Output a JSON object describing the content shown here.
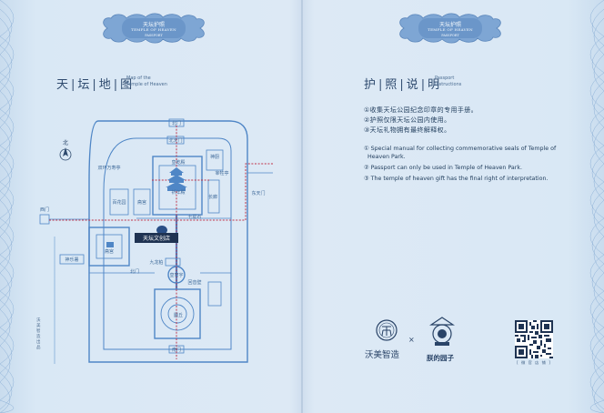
{
  "map_page": {
    "title": "天|坛|地|图",
    "title_en": [
      "Map of the",
      "Temple of Heaven"
    ],
    "north_label": "北",
    "side_vertical_text": "沃美智造出品",
    "map_labels": {
      "north_gate": "北门",
      "north_tiangmen": "北天门",
      "shenku": "神厨",
      "zaisheng": "宰牲亭",
      "shuanghuan": "双环万寿亭",
      "qiniandian": "祈年殿",
      "huangqiandian": "皇乾殿",
      "ehanmen": "东天门",
      "qiniandian_sub": "七星石",
      "changlang": "长廊",
      "guanmen": "东天门",
      "baijiao": "百花园",
      "xiangdian": "斋宫",
      "shop": "天坛文创店",
      "zhaigong": "斋宫",
      "jiuqiang": "九龙柏",
      "west_gate": "西门",
      "shenyue": "神乐署",
      "huanqiu": "圜丘",
      "huiyin": "回音壁",
      "huangqiong": "皇穹宇",
      "south_gate": "南门",
      "beizhai": "北门"
    }
  },
  "seals": {
    "left": {
      "cn": "天坛护照",
      "en1": "TEMPLE OF HEAVEN",
      "en2": "PASSPORT"
    },
    "right": {
      "cn": "天坛护照",
      "en1": "TEMPLE OF HEAVEN",
      "en2": "PASSPORT"
    }
  },
  "instructions_page": {
    "title": "护|照|说|明",
    "title_en": [
      "Passport",
      "Instructions"
    ],
    "cn_items": [
      "①收集天坛公园纪念印章的专用手册。",
      "②护照仅限天坛公园内使用。",
      "③天坛礼物拥有最终解释权。"
    ],
    "en_items": [
      "① Special manual for collecting commemorative seals of Temple of",
      "Heaven Park.",
      "② Passport can only be used in Temple of Heaven Park.",
      "③ The temple of heaven gift has the final right of interpretation."
    ]
  },
  "brands": {
    "left": "沃美智造",
    "x": "×",
    "right": "朕的园子",
    "qr_caption": "[ 微 官 店 铺 ]"
  },
  "colors": {
    "paper": "#dde9f5",
    "ink": "#2e4a6e",
    "map_line": "#4f86c6",
    "route_red": "#c0354a",
    "seal_blue": "#6d97c8",
    "shop_label_bg": "#1f3352"
  }
}
